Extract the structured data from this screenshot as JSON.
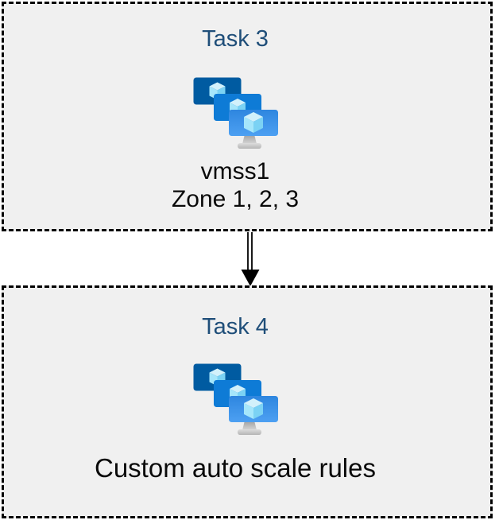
{
  "diagram": {
    "background_color": "#ffffff",
    "box_background_color": "#f0f0f0",
    "box_border_color": "#000000",
    "title_color": "#1f4e79",
    "text_color": "#0a0a0a",
    "boxes": [
      {
        "id": "task3",
        "title": "Task 3",
        "icon": "vm-scale-sets-icon",
        "lines": [
          "vmss1",
          "Zone 1, 2, 3"
        ]
      },
      {
        "id": "task4",
        "title": "Task 4",
        "icon": "vm-scale-sets-icon",
        "lines": [
          "Custom auto scale rules"
        ]
      }
    ],
    "connector": {
      "type": "double-line-arrow",
      "direction": "down",
      "color": "#000000"
    },
    "icon_colors": {
      "monitor_back": "#005ba1",
      "monitor_middle": "#0e7bd6",
      "monitor_front_top": "#2e86df",
      "monitor_front_bottom": "#4da0f2",
      "cube_top": "#d2f1fb",
      "cube_left": "#a5e6fb",
      "cube_right": "#7bd2f4",
      "stand": "#c0c0c0"
    }
  }
}
